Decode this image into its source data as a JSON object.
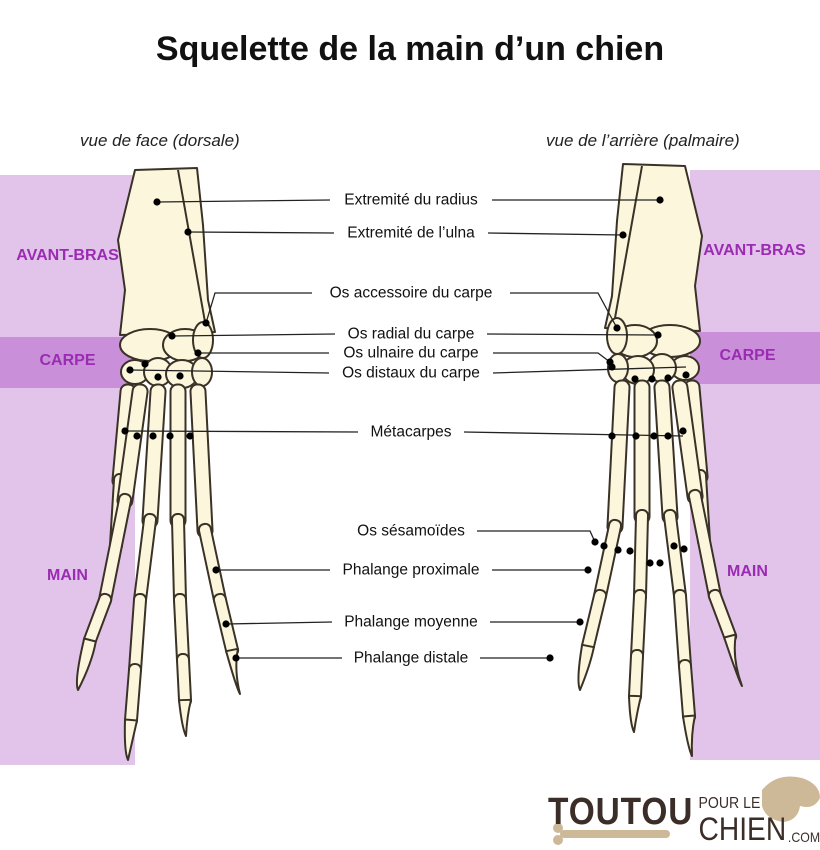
{
  "title": "Squelette de la main d’un chien",
  "views": {
    "left": "vue de face (dorsale)",
    "right": "vue de l’arrière (palmaire)"
  },
  "regions": {
    "forearm": "AVANT-BRAS",
    "carpus": "CARPE",
    "hand": "MAIN"
  },
  "labels": {
    "radius": "Extremité du radius",
    "ulna": "Extremité de l’ulna",
    "accessory": "Os accessoire du carpe",
    "radial": "Os radial du carpe",
    "ulnar": "Os ulnaire du carpe",
    "distal": "Os distaux du carpe",
    "metacarpals": "Métacarpes",
    "sesamoids": "Os sésamoïdes",
    "proximal": "Phalange proximale",
    "middle": "Phalange moyenne",
    "distal_phalanx": "Phalange distale"
  },
  "logo": {
    "brand": "TOUTOU",
    "pour": "POUR LE",
    "chien": "CHIEN",
    "com": ".COM"
  },
  "colors": {
    "band": "#e2c3ea",
    "band_carpus": "#c98fd9",
    "region_text": "#9b2bb2",
    "bone": "#fcf7dc",
    "outline": "#3a3226"
  }
}
